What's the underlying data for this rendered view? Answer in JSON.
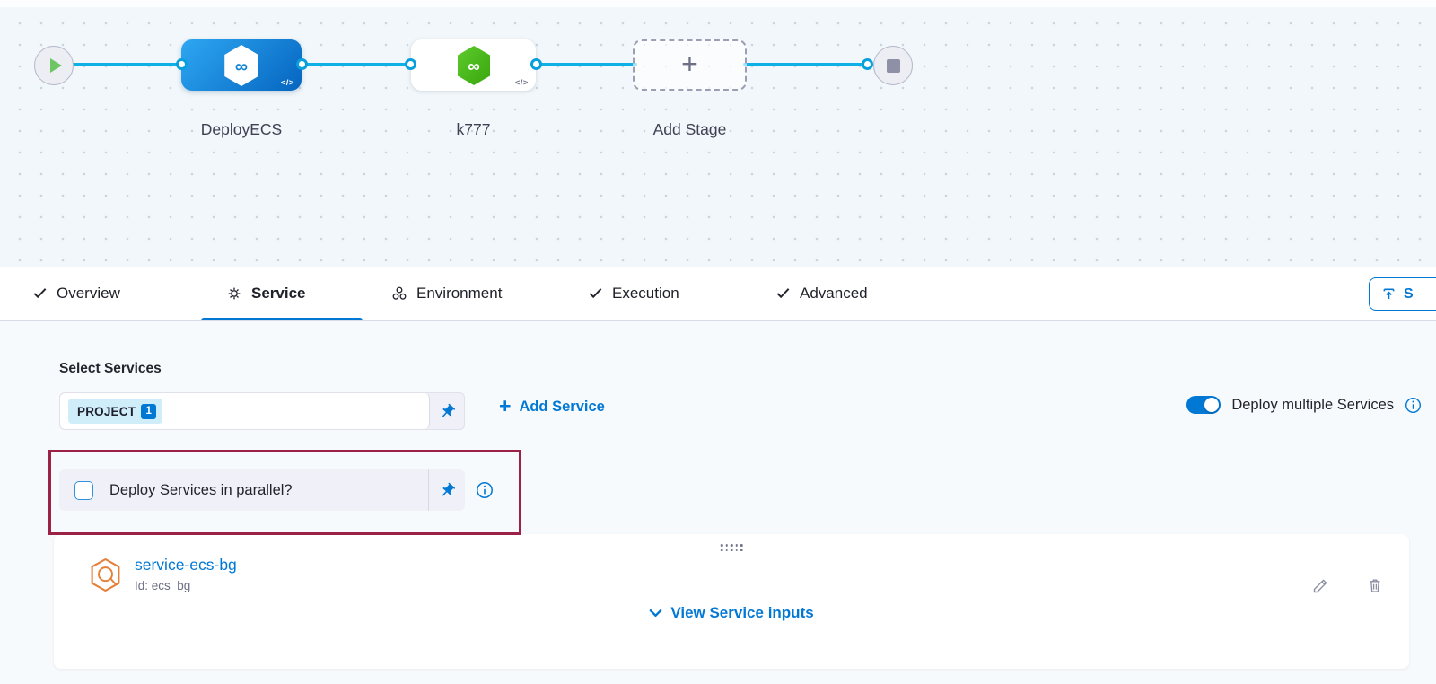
{
  "colors": {
    "accent_blue": "#0278d5",
    "connector_blue": "#0fb0e6",
    "stage_blue_gradient": [
      "#2ea7f2",
      "#0565c0"
    ],
    "stage_green": "#4cb31c",
    "annotation_maroon": "#9b2246",
    "ecs_icon_orange": "#e5803a",
    "canvas_bg": "#f1f7fa",
    "panel_bg": "#f7fafc"
  },
  "icons": {
    "infinity": "∞",
    "code": "</>",
    "plus": "+"
  },
  "canvas": {
    "stages": [
      {
        "label": "DeployECS",
        "kind": "cd-blue"
      },
      {
        "label": "k777",
        "kind": "ci-green"
      },
      {
        "label": "Add Stage",
        "kind": "add"
      }
    ]
  },
  "tabs": [
    {
      "label": "Overview",
      "icon": "check",
      "active": false
    },
    {
      "label": "Service",
      "icon": "gear",
      "active": true
    },
    {
      "label": "Environment",
      "icon": "environment",
      "active": false
    },
    {
      "label": "Execution",
      "icon": "check",
      "active": false
    },
    {
      "label": "Advanced",
      "icon": "check",
      "active": false
    }
  ],
  "header": {
    "save_label": "S"
  },
  "service_tab": {
    "select_services_label": "Select Services",
    "selected_chip": {
      "text": "PROJECT",
      "count": "1"
    },
    "add_service_label": "Add Service",
    "deploy_multiple_label": "Deploy multiple Services",
    "deploy_multiple_enabled": true,
    "parallel_checkbox_label": "Deploy Services in parallel?",
    "parallel_checkbox_checked": false,
    "card": {
      "service_name": "service-ecs-bg",
      "service_id": "Id: ecs_bg",
      "view_inputs_label": "View Service inputs"
    }
  }
}
